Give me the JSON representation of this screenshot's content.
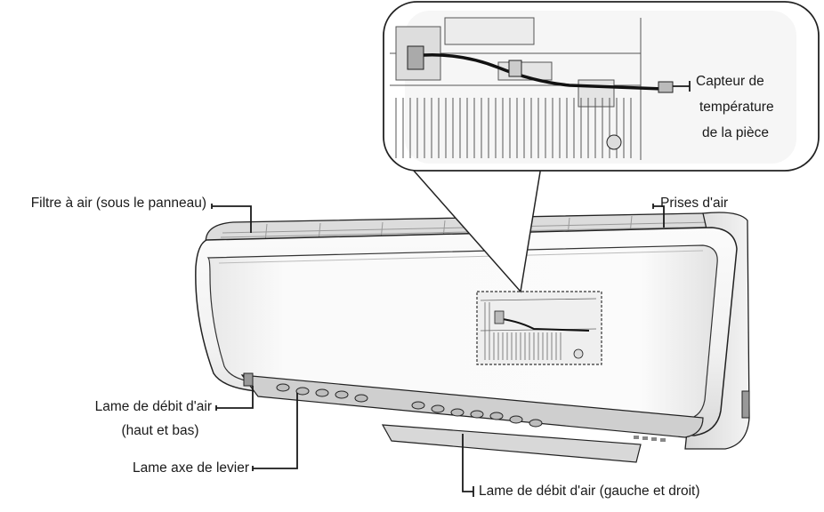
{
  "labels": {
    "air_filter": "Filtre à air (sous le panneau)",
    "air_intake": "Prises d'air",
    "temp_sensor_line1": "Capteur de",
    "temp_sensor_line2": "température",
    "temp_sensor_line3": "de la pièce",
    "vertical_blade_line1": "Lame de débit d'air",
    "vertical_blade_line2": "(haut et bas)",
    "lever_blade": "Lame axe de levier",
    "horizontal_blade": "Lame de débit d'air (gauche et droit)"
  },
  "colors": {
    "outline": "#222222",
    "body": "#f4f4f4",
    "shadow": "#c8c8c8",
    "line": "#1a1a1a"
  }
}
